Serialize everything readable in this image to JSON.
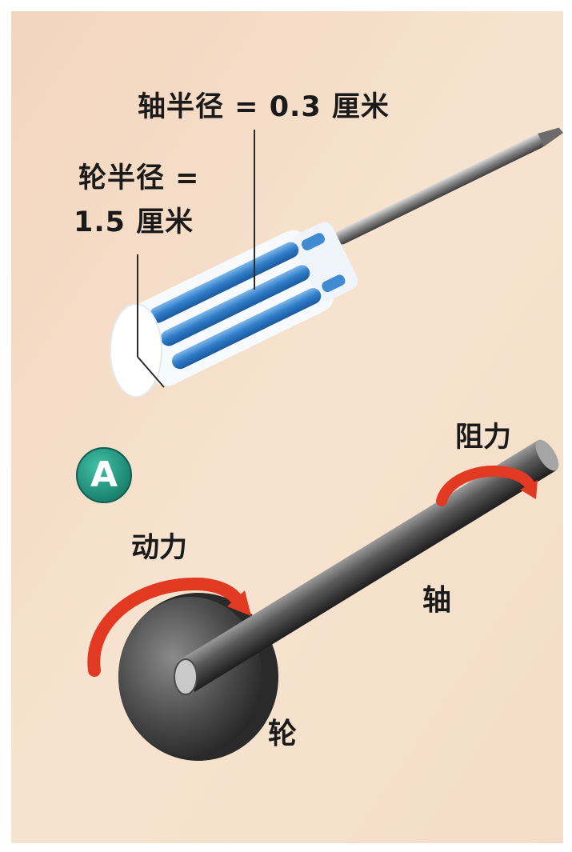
{
  "labels": {
    "axle_radius": "轴半径 = 0.3 厘米",
    "wheel_radius_line1": "轮半径 =",
    "wheel_radius_line2": "1.5 厘米",
    "resistance": "阻力",
    "effort": "动力",
    "axle": "轴",
    "wheel": "轮"
  },
  "badge": {
    "letter": "A"
  },
  "colors": {
    "background": "#f4dcc6",
    "screwdriver_handle_blue": "#2f7cc7",
    "handle_white": "#f8fafc",
    "shaft_metal": "#8e8e8e",
    "badge_green": "#1f9a84",
    "force_arrow_red": "#e23a22",
    "wheel_dark": "#3b3b3b",
    "axle_dark": "#4e4e4e"
  },
  "icons": {
    "badge": "letter-a-badge",
    "effort_arrow": "curved-arrow-icon",
    "resistance_arrow": "curved-arrow-icon"
  }
}
